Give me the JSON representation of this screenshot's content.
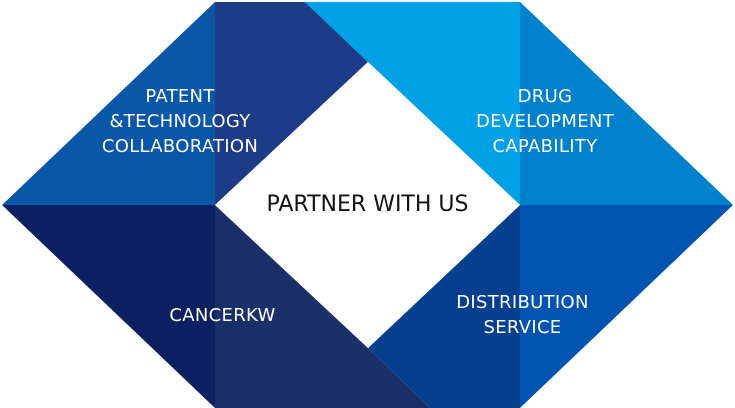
{
  "center": {
    "label": "PARTNER WITH US"
  },
  "segments": {
    "top_left": {
      "lines": [
        "PATENT",
        "&TECHNOLOGY",
        "COLLABORATION"
      ]
    },
    "top_right": {
      "lines": [
        "DRUG",
        "DEVELOPMENT",
        "CAPABILITY"
      ]
    },
    "bottom_left": {
      "lines": [
        "CANCERKW"
      ]
    },
    "bottom_right": {
      "lines": [
        "DISTRIBUTION",
        "SERVICE"
      ]
    }
  },
  "colors": {
    "top_left_outer": "#0a57a8",
    "top_left_inner": "#1c3c87",
    "top_right_main": "#00a0e6",
    "top_right_lower": "#0081cc",
    "bottom_left_outer": "#0a2060",
    "bottom_left_inner": "#1b2f68",
    "bottom_right_outer": "#0054b0",
    "bottom_right_inner": "#063f8e",
    "center_fill": "#ffffff",
    "center_text": "#111111"
  }
}
